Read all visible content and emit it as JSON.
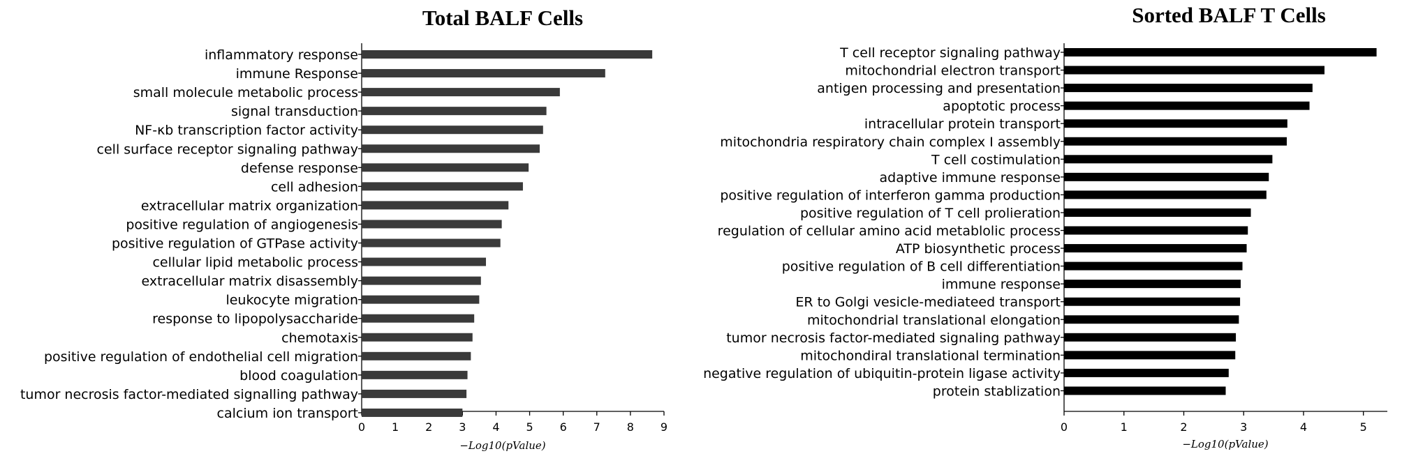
{
  "chart_data": [
    {
      "type": "bar",
      "orientation": "horizontal",
      "title": "Total BALF Cells",
      "xlabel": "−Log10(pValue)",
      "xlim": [
        0,
        9
      ],
      "xticks": [
        0,
        1,
        2,
        3,
        4,
        5,
        6,
        7,
        8,
        9
      ],
      "bar_color": "#3a3a3a",
      "categories": [
        "inflammatory response",
        "immune Response",
        "small molecule metabolic process",
        "signal transduction",
        "NF-κb transcription factor activity",
        "cell surface receptor signaling pathway",
        "defense response",
        "cell adhesion",
        "extracellular matrix organization",
        "positive regulation of angiogenesis",
        "positive regulation of GTPase activity",
        "cellular lipid metabolic process",
        "extracellular matrix disassembly",
        "leukocyte migration",
        "response to lipopolysaccharide",
        "chemotaxis",
        "positive regulation of endothelial cell migration",
        "blood coagulation",
        "tumor necrosis factor-mediated signalling pathway",
        "calcium ion transport"
      ],
      "values": [
        8.65,
        7.25,
        5.9,
        5.5,
        5.4,
        5.3,
        4.97,
        4.8,
        4.37,
        4.17,
        4.13,
        3.7,
        3.55,
        3.5,
        3.35,
        3.3,
        3.25,
        3.15,
        3.12,
        3.0
      ]
    },
    {
      "type": "bar",
      "orientation": "horizontal",
      "title": "Sorted BALF T Cells",
      "xlabel": "−Log10(pValue)",
      "xlim": [
        0,
        5.4
      ],
      "xticks": [
        0,
        1,
        2,
        3,
        4,
        5
      ],
      "bar_color": "#000000",
      "categories": [
        "T cell receptor signaling pathway",
        "mitochondrial electron transport",
        "antigen processing and presentation",
        "apoptotic process",
        "intracellular protein transport",
        "mitochondria respiratory chain complex I assembly",
        "T cell costimulation",
        "adaptive immune response",
        "positive regulation of interferon gamma production",
        "positive regulation of T cell prolieration",
        "regulation of cellular amino acid metablolic process",
        "ATP biosynthetic process",
        "positive regulation of B cell differentiation",
        "immune response",
        "ER to Golgi vesicle-mediateed transport",
        "mitochondrial translational elongation",
        "tumor necrosis factor-mediated signaling pathway",
        "mitochondiral translational termination",
        "negative regulation of ubiquitin-protein ligase activity",
        "protein stablization"
      ],
      "values": [
        5.22,
        4.35,
        4.15,
        4.1,
        3.73,
        3.72,
        3.48,
        3.42,
        3.38,
        3.12,
        3.07,
        3.05,
        2.98,
        2.95,
        2.94,
        2.92,
        2.87,
        2.86,
        2.75,
        2.7
      ]
    }
  ]
}
